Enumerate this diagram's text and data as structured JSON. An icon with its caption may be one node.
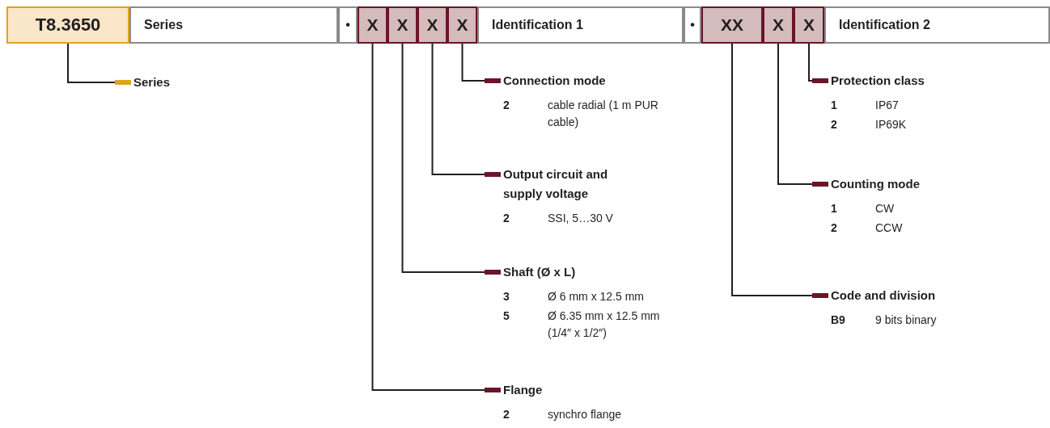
{
  "diagram": {
    "nodes": [
      {
        "text": [
          "T8.3650"
        ]
      },
      {
        "text": [
          "Series"
        ]
      },
      {
        "text": [
          "•"
        ]
      },
      {
        "text": [
          "X"
        ]
      },
      {
        "text": [
          "X"
        ]
      },
      {
        "text": [
          "X"
        ]
      },
      {
        "text": [
          "X"
        ]
      },
      {
        "text": [
          "Identification 1"
        ]
      },
      {
        "text": [
          "•"
        ]
      },
      {
        "text": [
          "XX"
        ]
      },
      {
        "text": [
          "X"
        ]
      },
      {
        "text": [
          "X"
        ]
      },
      {
        "text": [
          "Identification 2"
        ]
      },
      {
        "text": [
          "Series"
        ]
      },
      {
        "text": [
          "Connection mode",
          "2",
          "cable radial (1 m PUR cable)"
        ]
      },
      {
        "text": [
          "Output circuit and supply voltage",
          "2",
          "SSI, 5…30 V"
        ]
      },
      {
        "text": [
          "Shaft (Ø x L)",
          "3",
          "Ø 6 mm x 12.5 mm",
          "5",
          "Ø 6.35 mm x 12.5 mm (1/4″ x 1/2″)"
        ]
      },
      {
        "text": [
          "Flange",
          "2",
          "synchro flange"
        ]
      },
      {
        "text": [
          "Protection class",
          "1",
          "IP67",
          "2",
          "IP69K"
        ]
      },
      {
        "text": [
          "Counting mode",
          "1",
          "CW",
          "2",
          "CCW"
        ]
      },
      {
        "text": [
          "Code and division",
          "B9",
          "9 bits binary"
        ]
      }
    ],
    "edges": [
      {
        "from": 0,
        "to": 13,
        "arrow": "other"
      },
      {
        "from": 6,
        "to": 14,
        "arrow": "other"
      },
      {
        "from": 5,
        "to": 15,
        "arrow": "other"
      },
      {
        "from": 4,
        "to": 16,
        "arrow": "other"
      },
      {
        "from": 3,
        "to": 17,
        "arrow": "other"
      },
      {
        "from": 11,
        "to": 18,
        "arrow": "other"
      },
      {
        "from": 10,
        "to": 19,
        "arrow": "other"
      },
      {
        "from": 9,
        "to": 20,
        "arrow": "other"
      }
    ]
  }
}
